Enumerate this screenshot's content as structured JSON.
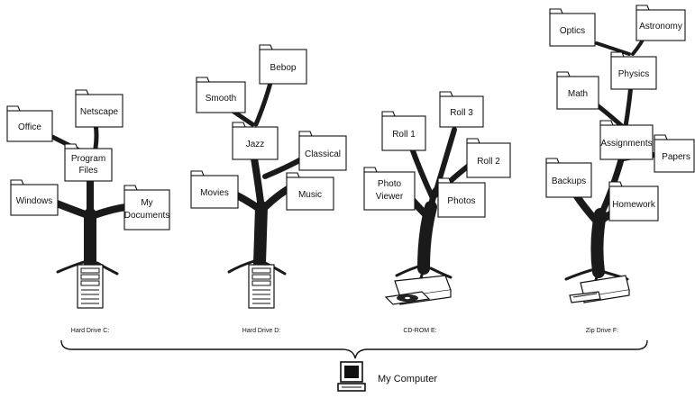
{
  "root": {
    "label": "My Computer",
    "icon": "computer-icon"
  },
  "drives": [
    {
      "label": "Hard Drive C:",
      "icon": "tower-pc-icon",
      "folders": [
        {
          "lines": [
            "Office"
          ]
        },
        {
          "lines": [
            "Netscape"
          ]
        },
        {
          "lines": [
            "Program",
            "Files"
          ]
        },
        {
          "lines": [
            "Windows"
          ]
        },
        {
          "lines": [
            "My",
            "Documents"
          ]
        }
      ]
    },
    {
      "label": "Hard Drive D:",
      "icon": "tower-pc-icon",
      "folders": [
        {
          "lines": [
            "Bebop"
          ]
        },
        {
          "lines": [
            "Smooth"
          ]
        },
        {
          "lines": [
            "Jazz"
          ]
        },
        {
          "lines": [
            "Classical"
          ]
        },
        {
          "lines": [
            "Movies"
          ]
        },
        {
          "lines": [
            "Music"
          ]
        }
      ]
    },
    {
      "label": "CD-ROM E:",
      "icon": "cd-drive-icon",
      "folders": [
        {
          "lines": [
            "Roll 3"
          ]
        },
        {
          "lines": [
            "Roll 1"
          ]
        },
        {
          "lines": [
            "Roll 2"
          ]
        },
        {
          "lines": [
            "Photo",
            "Viewer"
          ]
        },
        {
          "lines": [
            "Photos"
          ]
        }
      ]
    },
    {
      "label": "Zip Drive F:",
      "icon": "zip-drive-icon",
      "folders": [
        {
          "lines": [
            "Optics"
          ]
        },
        {
          "lines": [
            "Astronomy"
          ]
        },
        {
          "lines": [
            "Physics"
          ]
        },
        {
          "lines": [
            "Math"
          ]
        },
        {
          "lines": [
            "Assignments"
          ]
        },
        {
          "lines": [
            "Papers"
          ]
        },
        {
          "lines": [
            "Backups"
          ]
        },
        {
          "lines": [
            "Homework"
          ]
        }
      ]
    }
  ]
}
